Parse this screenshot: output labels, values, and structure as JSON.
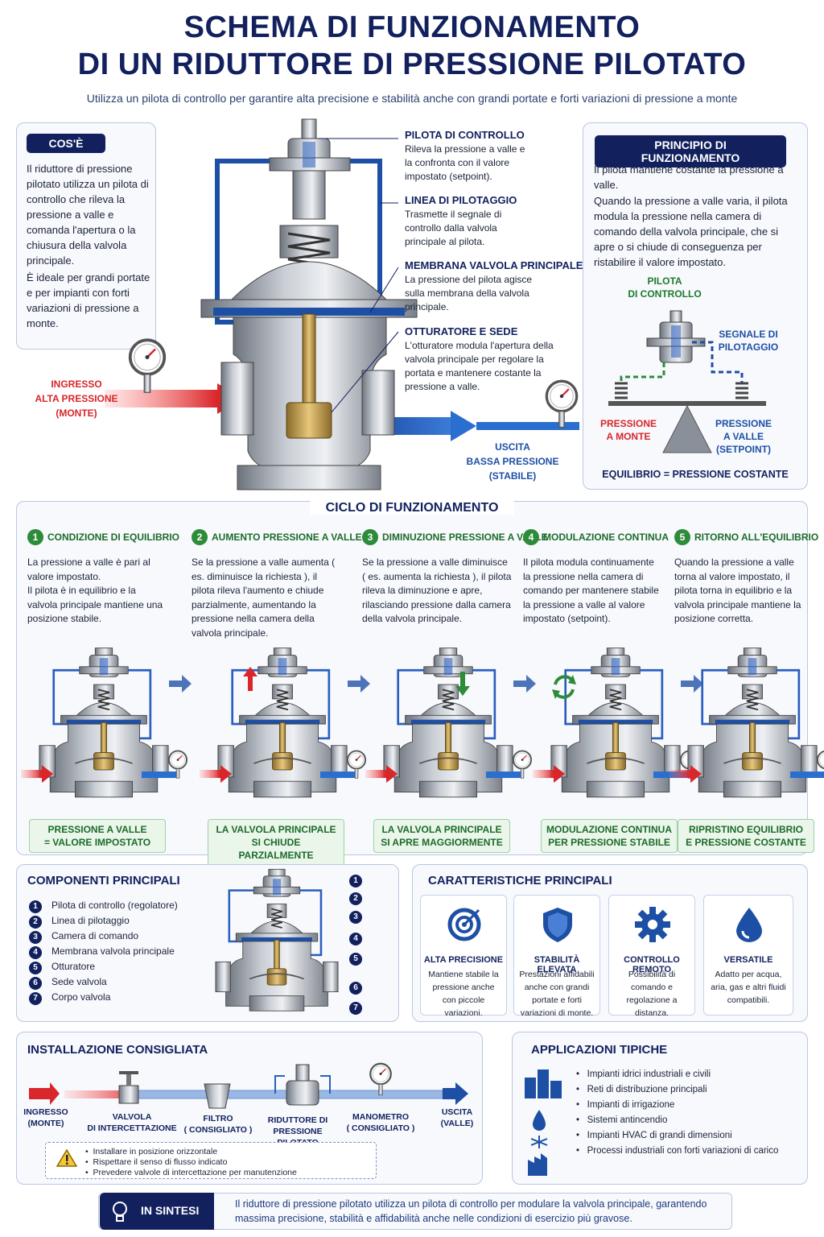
{
  "header": {
    "title_line1": "SCHEMA DI FUNZIONAMENTO",
    "title_line2": "DI UN RIDUTTORE DI PRESSIONE PILOTATO",
    "subtitle": "Utilizza un pilota di controllo per garantire alta precisione e stabilità anche con grandi portate e forti variazioni di pressione a monte"
  },
  "cose": {
    "label": "COS'È",
    "text1": "Il riduttore di pressione pilotato utilizza un pilota di controllo che rileva la pressione a valle e comanda l'apertura o la chiusura della valvola principale.",
    "text2": "È ideale per grandi portate e per impianti con forti variazioni di pressione a monte."
  },
  "main_diagram": {
    "inlet_label": "INGRESSO\nALTA PRESSIONE\n(MONTE)",
    "outlet_label": "USCITA\nBASSA PRESSIONE\n(STABILE)",
    "callouts": [
      {
        "head": "PILOTA DI CONTROLLO",
        "text": "Rileva la pressione a valle e la confronta con il valore impostato (setpoint)."
      },
      {
        "head": "LINEA DI PILOTAGGIO",
        "text": "Trasmette il segnale di controllo dalla valvola principale al pilota."
      },
      {
        "head": "MEMBRANA VALVOLA PRINCIPALE",
        "text": "La pressione del pilota agisce sulla membrana della valvola principale."
      },
      {
        "head": "OTTURATORE E SEDE",
        "text": "L'otturatore modula l'apertura della valvola principale per regolare la portata e mantenere costante la pressione a valle."
      }
    ]
  },
  "principio": {
    "label": "PRINCIPIO DI FUNZIONAMENTO",
    "text1": "Il pilota mantiene costante la pressione a valle.",
    "text2": "Quando la pressione a valle varia, il pilota modula la pressione nella camera di comando della valvola principale, che si apre o si chiude di conseguenza per ristabilire il valore impostato.",
    "pilot_label": "PILOTA\nDI CONTROLLO",
    "signal_label": "SEGNALE DI\nPILOTAGGIO",
    "left_label": "PRESSIONE\nA MONTE",
    "right_label": "PRESSIONE\nA VALLE\n(SETPOINT)",
    "balance_label": "EQUILIBRIO = PRESSIONE COSTANTE"
  },
  "ciclo": {
    "title": "CICLO DI FUNZIONAMENTO",
    "steps": [
      {
        "num": "1",
        "head": "CONDIZIONE DI EQUILIBRIO",
        "text": "La pressione a valle è pari al valore impostato.\nIl pilota è in equilibrio e la valvola principale mantiene una posizione stabile.",
        "badge": "PRESSIONE A VALLE\n= VALORE IMPOSTATO"
      },
      {
        "num": "2",
        "head": "AUMENTO PRESSIONE A VALLE",
        "text": "Se la pressione a valle aumenta ( es. diminuisce la richiesta ), il pilota rileva l'aumento e chiude parzialmente, aumentando la pressione nella camera della valvola principale.",
        "badge": "LA VALVOLA PRINCIPALE\nSI CHIUDE PARZIALMENTE"
      },
      {
        "num": "3",
        "head": "DIMINUZIONE PRESSIONE A VALLE",
        "text": "Se la pressione a valle diminuisce ( es. aumenta la richiesta ), il pilota rileva la diminuzione e apre, rilasciando pressione dalla camera della valvola principale.",
        "badge": "LA VALVOLA PRINCIPALE\nSI APRE MAGGIORMENTE"
      },
      {
        "num": "4",
        "head": "MODULAZIONE CONTINUA",
        "text": "Il pilota modula continuamente la pressione nella camera di comando per mantenere stabile la pressione a valle al valore impostato (setpoint).",
        "badge": "MODULAZIONE CONTINUA\nPER PRESSIONE STABILE"
      },
      {
        "num": "5",
        "head": "RITORNO ALL'EQUILIBRIO",
        "text": "Quando la pressione a valle torna al valore impostato, il pilota torna in equilibrio e la valvola principale mantiene la posizione corretta.",
        "badge": "RIPRISTINO EQUILIBRIO\nE PRESSIONE COSTANTE"
      }
    ]
  },
  "componenti": {
    "title": "COMPONENTI PRINCIPALI",
    "items": [
      {
        "num": "1",
        "label": "Pilota di controllo (regolatore)"
      },
      {
        "num": "2",
        "label": "Linea di pilotaggio"
      },
      {
        "num": "3",
        "label": "Camera di comando"
      },
      {
        "num": "4",
        "label": "Membrana valvola principale"
      },
      {
        "num": "5",
        "label": "Otturatore"
      },
      {
        "num": "6",
        "label": "Sede valvola"
      },
      {
        "num": "7",
        "label": "Corpo valvola"
      }
    ]
  },
  "caratteristiche": {
    "title": "CARATTERISTICHE PRINCIPALI",
    "items": [
      {
        "head": "ALTA PRECISIONE",
        "text": "Mantiene stabile la pressione anche con piccole variazioni.",
        "icon": "target-icon"
      },
      {
        "head": "STABILITÀ ELEVATA",
        "text": "Prestazioni affidabili anche con grandi portate e forti variazioni di monte.",
        "icon": "shield-icon"
      },
      {
        "head": "CONTROLLO REMOTO",
        "text": "Possibilità di comando e regolazione a distanza.",
        "icon": "gear-icon"
      },
      {
        "head": "VERSATILE",
        "text": "Adatto per acqua, aria, gas e altri fluidi compatibili.",
        "icon": "water-drop-icon"
      }
    ]
  },
  "installazione": {
    "title": "INSTALLAZIONE CONSIGLIATA",
    "inlet": "INGRESSO\n(MONTE)",
    "outlet": "USCITA\n(VALLE)",
    "valve": "VALVOLA\nDI INTERCETTAZIONE",
    "filter": "FILTRO\n( CONSIGLIATO )",
    "reducer": "RIDUTTORE DI\nPRESSIONE PILOTATO",
    "gauge": "MANOMETRO\n( CONSIGLIATO )",
    "notes": [
      "Installare in posizione orizzontale",
      "Rispettare il senso di flusso indicato",
      "Prevedere valvole di intercettazione per manutenzione"
    ]
  },
  "applicazioni": {
    "title": "APPLICAZIONI TIPICHE",
    "items": [
      "Impianti idrici industriali e civili",
      "Reti di distribuzione principali",
      "Impianti di irrigazione",
      "Sistemi antincendio",
      "Impianti HVAC di grandi dimensioni",
      "Processi industriali con forti variazioni di carico"
    ]
  },
  "sintesi": {
    "label": "IN SINTESI",
    "text": "Il riduttore di pressione pilotato utilizza un pilota di controllo per modulare la valvola principale, garantendo massima precisione, stabilità e affidabilità anche nelle condizioni di esercizio più gravose."
  },
  "colors": {
    "navy": "#12215e",
    "red": "#d8262a",
    "blue": "#1d4fa5",
    "green": "#2e8b3a"
  }
}
